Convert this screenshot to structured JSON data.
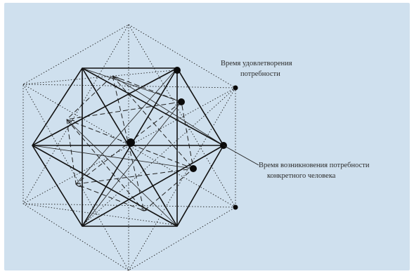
{
  "labels": {
    "satisfaction_time": {
      "line1": "Время удовлетворения",
      "line2": "потребности"
    },
    "emergence_time": {
      "line1": "Время возникновения потребности",
      "line2": "конкретного человека"
    }
  },
  "colors": {
    "panel_background": "#cfe0ee",
    "lines": "#111111",
    "text": "#2b2b2b"
  }
}
